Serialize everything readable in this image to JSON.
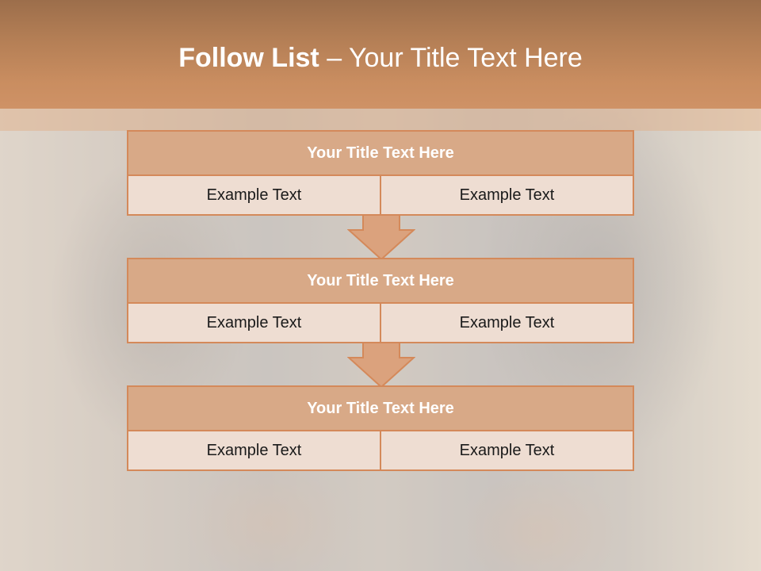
{
  "slide": {
    "title_bold": "Follow List",
    "title_rest": " – Your Title Text Here"
  },
  "steps": [
    {
      "title": "Your Title Text Here",
      "left": "Example Text",
      "right": "Example Text"
    },
    {
      "title": "Your Title Text Here",
      "left": "Example Text",
      "right": "Example Text"
    },
    {
      "title": "Your Title Text Here",
      "left": "Example Text",
      "right": "Example Text"
    }
  ],
  "colors": {
    "accent": "#d4895a",
    "header_fill": "#d8a987",
    "cell_fill": "#eeddd2",
    "title_bar": "#c98d60"
  }
}
